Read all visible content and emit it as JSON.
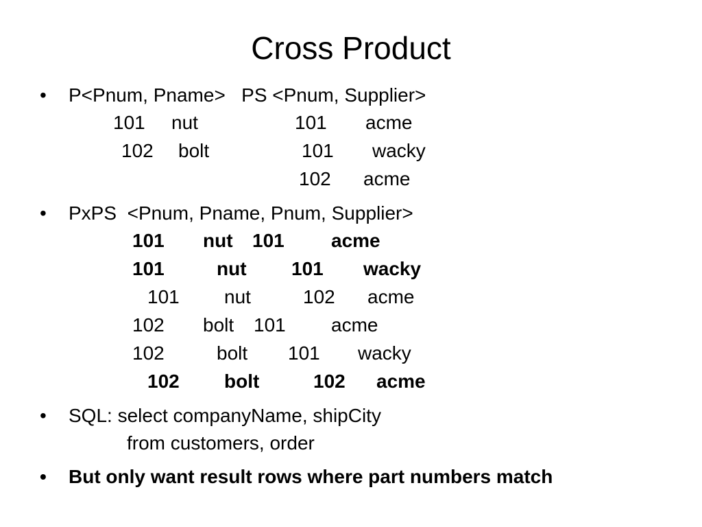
{
  "title": "Cross Product",
  "bullets": [
    {
      "label": "P<Pnum, Pname>   PS <Pnum, Supplier>",
      "rows": [
        [
          "101",
          "nut",
          "101",
          "acme"
        ],
        [
          "102",
          "bolt",
          "101",
          "wacky"
        ],
        [
          "",
          "",
          "102",
          "acme"
        ]
      ]
    },
    {
      "label": "PxPS  <Pnum, Pname, Pnum, Supplier>",
      "rows": [
        {
          "cells": [
            "101",
            "nut",
            "101",
            "acme"
          ],
          "bold": true
        },
        {
          "cells": [
            "101",
            "nut",
            "101",
            "wacky"
          ],
          "bold": true
        },
        {
          "cells": [
            "101",
            "nut",
            "102",
            "acme"
          ],
          "bold": false
        },
        {
          "cells": [
            "102",
            "bolt",
            "101",
            "acme"
          ],
          "bold": false
        },
        {
          "cells": [
            "102",
            "bolt",
            "101",
            "wacky"
          ],
          "bold": false
        },
        {
          "cells": [
            "102",
            "bolt",
            "102",
            "acme"
          ],
          "bold": true
        }
      ]
    },
    {
      "label": "SQL: select companyName, shipCity",
      "continuation": "from customers, order"
    },
    {
      "label": "But only want result rows where part numbers match",
      "bold": true
    }
  ],
  "bullet_glyph": "•"
}
